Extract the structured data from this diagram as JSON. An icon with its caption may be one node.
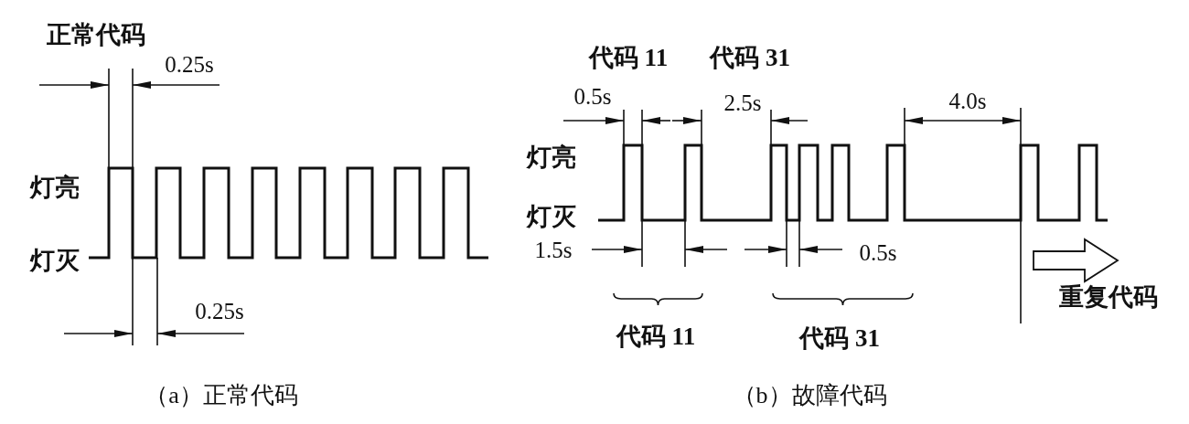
{
  "diagram": {
    "labels": [
      "正常代码",
      "0.25s",
      "代码 11",
      "代码 31",
      "0.5s",
      "2.5s",
      "4.0s",
      "灯亮",
      "灯亮",
      "灯灭",
      "灯灭",
      "1.5s",
      "0.5s",
      "重复代码",
      "0.25s",
      "代码 11",
      "代码 31",
      "（a）正常代码",
      "（b）故障代码"
    ]
  }
}
